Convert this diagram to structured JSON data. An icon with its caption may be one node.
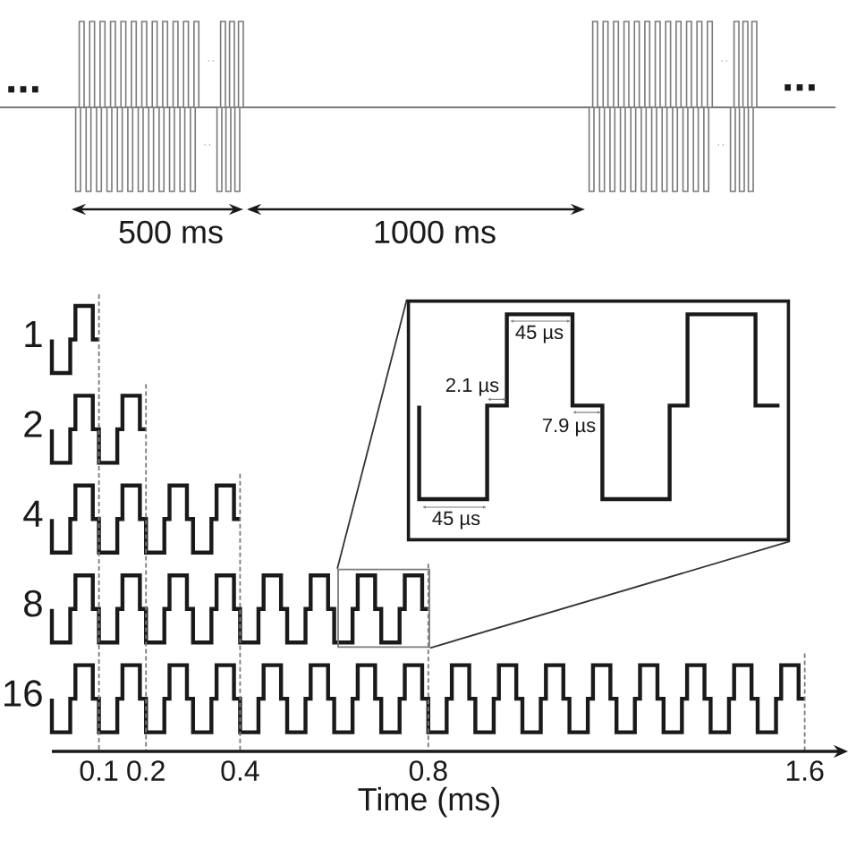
{
  "diagram": {
    "nodes": [
      {
        "text": [
          "45 µs",
          "2.1 µs",
          "7.9 µs",
          "45 µs"
        ]
      },
      {
        "text": [],
        "shape": "box"
      }
    ],
    "edges": [
      {
        "from": 1,
        "to": 0,
        "arrow": "none"
      },
      {
        "from": 1,
        "to": 0,
        "arrow": "none"
      }
    ],
    "labels": [
      "...",
      "...",
      "500 ms",
      "1000 ms",
      "1",
      "2",
      "4",
      "8",
      "16",
      "0.1",
      "0.2",
      "0.4",
      "0.8",
      "1.6",
      "Time (ms)"
    ]
  }
}
